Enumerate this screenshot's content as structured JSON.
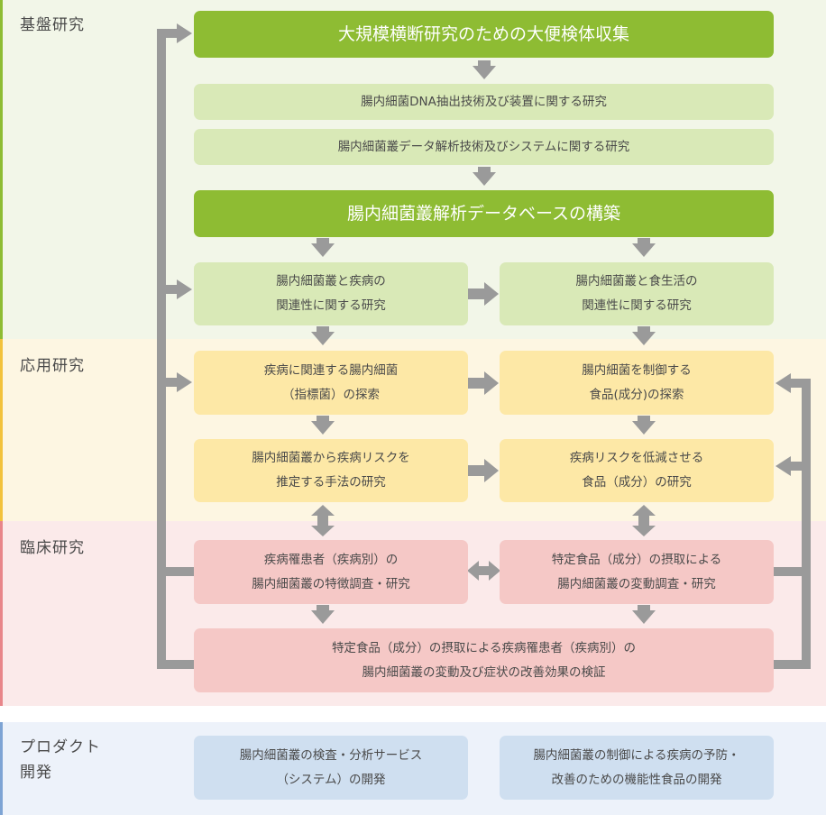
{
  "sections": {
    "basic": "基盤研究",
    "applied": "応用研究",
    "clinical": "臨床研究",
    "product": "プロダクト\n開発"
  },
  "boxes": {
    "large_stool_collection": "大規模横断研究のための大便検体収集",
    "dna_extraction_research": "腸内細菌DNA抽出技術及び装置に関する研究",
    "data_analysis_research": "腸内細菌叢データ解析技術及びシステムに関する研究",
    "database_construction": "腸内細菌叢解析データベースの構築",
    "flora_disease_relation": "腸内細菌叢と疾病の\n関連性に関する研究",
    "flora_diet_relation": "腸内細菌叢と食生活の\n関連性に関する研究",
    "disease_bacteria_search": "疾病に関連する腸内細菌\n（指標菌）の探索",
    "food_control_search": "腸内細菌を制御する\n食品(成分)の探索",
    "risk_estimation_research": "腸内細菌叢から疾病リスクを\n推定する手法の研究",
    "risk_reduction_food_research": "疾病リスクを低減させる\n食品（成分）の研究",
    "patient_feature_study": "疾病罹患者（疾病別）の\n腸内細菌叢の特徴調査・研究",
    "food_intake_change_study": "特定食品（成分）の摂取による\n腸内細菌叢の変動調査・研究",
    "patient_improvement_verification": "特定食品（成分）の摂取による疾病罹患者（疾病別）の\n腸内細菌叢の変動及び症状の改善効果の検証",
    "inspection_service_dev": "腸内細菌叢の検査・分析サービス\n（システム）の開発",
    "functional_food_dev": "腸内細菌叢の制御による疾病の予防・\n改善のための機能性食品の開発"
  },
  "colors": {
    "basic_band": "#f2f6e8",
    "basic_edge": "#8ebc33",
    "applied_band": "#fdf6e2",
    "applied_edge": "#f2c23c",
    "clinical_band": "#fbeaea",
    "clinical_edge": "#e8868a",
    "product_band": "#edf2fa",
    "product_edge": "#7ea4d4",
    "connector": "#9a9a9a"
  }
}
